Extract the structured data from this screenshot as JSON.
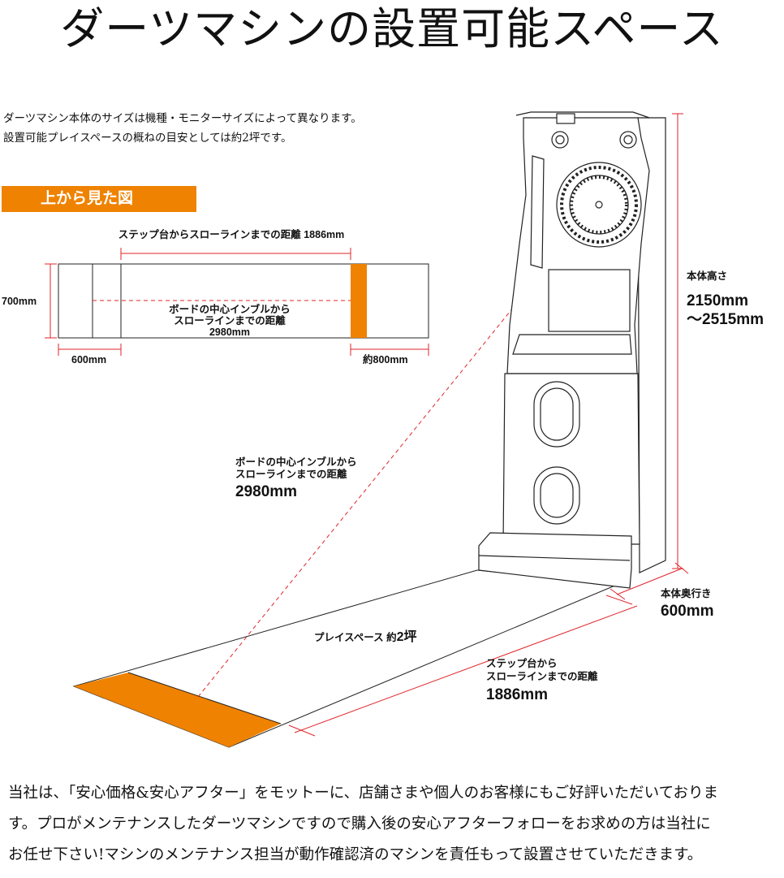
{
  "title": "ダーツマシンの設置可能スペース",
  "intro": {
    "line1": "ダーツマシン本体のサイズは機種・モニターサイズによって異なります。",
    "line2": "設置可能プレイスペースの概ねの目安としては約2坪です。"
  },
  "top_view": {
    "badge": "上から見た図",
    "step_to_throwline": "ステップ台からスローラインまでの距離 1886mm",
    "width": "700mm",
    "board_to_throwline_1": "ボードの中心インブルから",
    "board_to_throwline_2": "スローラインまでの距離",
    "board_to_throwline_3": "2980mm",
    "depth": "600mm",
    "approx_800": "約800mm"
  },
  "side_view": {
    "height_label": "本体高さ",
    "height_value_1": "2150mm",
    "height_value_2": "〜2515mm",
    "depth_label": "本体奥行き",
    "depth_value": "600mm",
    "board_label_1": "ボードの中心インブルから",
    "board_label_2": "スローラインまでの距離",
    "board_value": "2980mm",
    "play_space": "プレイスペース 約",
    "play_space_value": "2坪",
    "step_label_1": "ステップ台から",
    "step_label_2": "スローラインまでの距離",
    "step_value": "1886mm"
  },
  "footer": {
    "line1": "当社は、「安心価格&安心アフター」をモットーに、店舗さまや個人のお客様にもご好評いただいておりま",
    "line2": "す。プロがメンテナンスしたダーツマシンですので購入後の安心アフターフォローをお求めの方は当社に",
    "line3": "お任せ下さい!マシンのメンテナンス担当が動作確認済のマシンを責任もって設置させていただきます。"
  },
  "colors": {
    "accent": "#ef8200",
    "guide": "#e0232a"
  }
}
